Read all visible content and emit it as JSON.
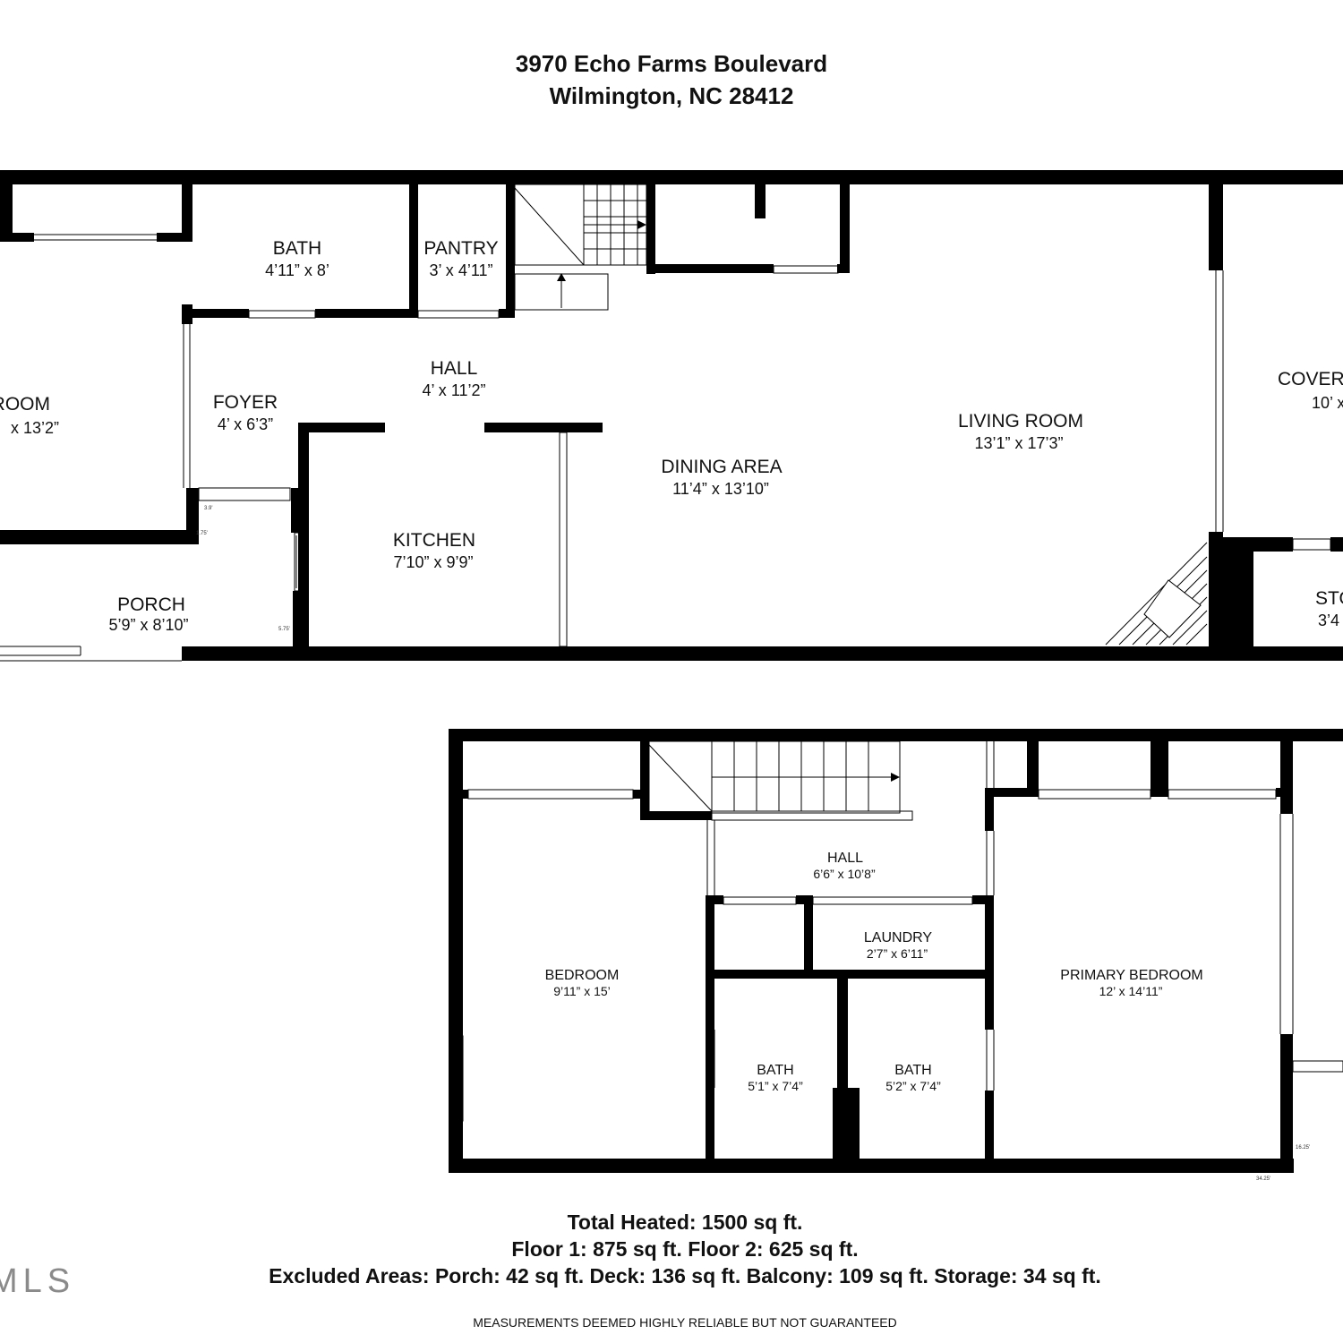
{
  "header": {
    "address_line1": "3970 Echo Farms Boulevard",
    "address_line2": "Wilmington, NC 28412"
  },
  "floor1": {
    "rooms": [
      {
        "name": "BATH",
        "dims": "4’11” x 8’"
      },
      {
        "name": "PANTRY",
        "dims": "3’ x 4’11”"
      },
      {
        "name": "HALL",
        "dims": "4’ x 11’2”"
      },
      {
        "name": "FOYER",
        "dims": "4’ x 6’3”"
      },
      {
        "name": "ROOM",
        "dims": "x 13’2”"
      },
      {
        "name": "LIVING ROOM",
        "dims": "13’1” x 17’3”"
      },
      {
        "name": "DINING AREA",
        "dims": "11’4” x 13’10”"
      },
      {
        "name": "KITCHEN",
        "dims": "7’10” x 9’9”"
      },
      {
        "name": "PORCH",
        "dims": "5’9” x 8’10”"
      },
      {
        "name": "COVER",
        "dims": "10’ x"
      },
      {
        "name": "STO",
        "dims": "3’4"
      }
    ],
    "small_marks": [
      "3.9'",
      "1.75'",
      "5.75'"
    ]
  },
  "floor2": {
    "rooms": [
      {
        "name": "HALL",
        "dims": "6’6” x 10’8”"
      },
      {
        "name": "LAUNDRY",
        "dims": "2’7” x 6’11”"
      },
      {
        "name": "BEDROOM",
        "dims": "9’11” x 15’"
      },
      {
        "name": "PRIMARY BEDROOM",
        "dims": "12’ x 14’11”"
      },
      {
        "name": "BATH",
        "dims": "5’1” x 7’4”"
      },
      {
        "name": "BATH",
        "dims": "5’2” x 7’4”"
      }
    ],
    "small_marks": [
      "34.25'",
      "16.25'"
    ]
  },
  "footer": {
    "total": "Total Heated: 1500 sq ft.",
    "floors": "Floor 1: 875 sq ft. Floor 2: 625 sq ft.",
    "excluded": "Excluded Areas: Porch: 42 sq ft. Deck: 136 sq ft. Balcony: 109 sq ft. Storage: 34 sq ft.",
    "disclaimer": "MEASUREMENTS DEEMED HIGHLY RELIABLE BUT NOT GUARANTEED"
  },
  "watermark": "MLS",
  "colors": {
    "wall": "#000000",
    "background": "#ffffff",
    "watermark": "#8a8a8a"
  }
}
